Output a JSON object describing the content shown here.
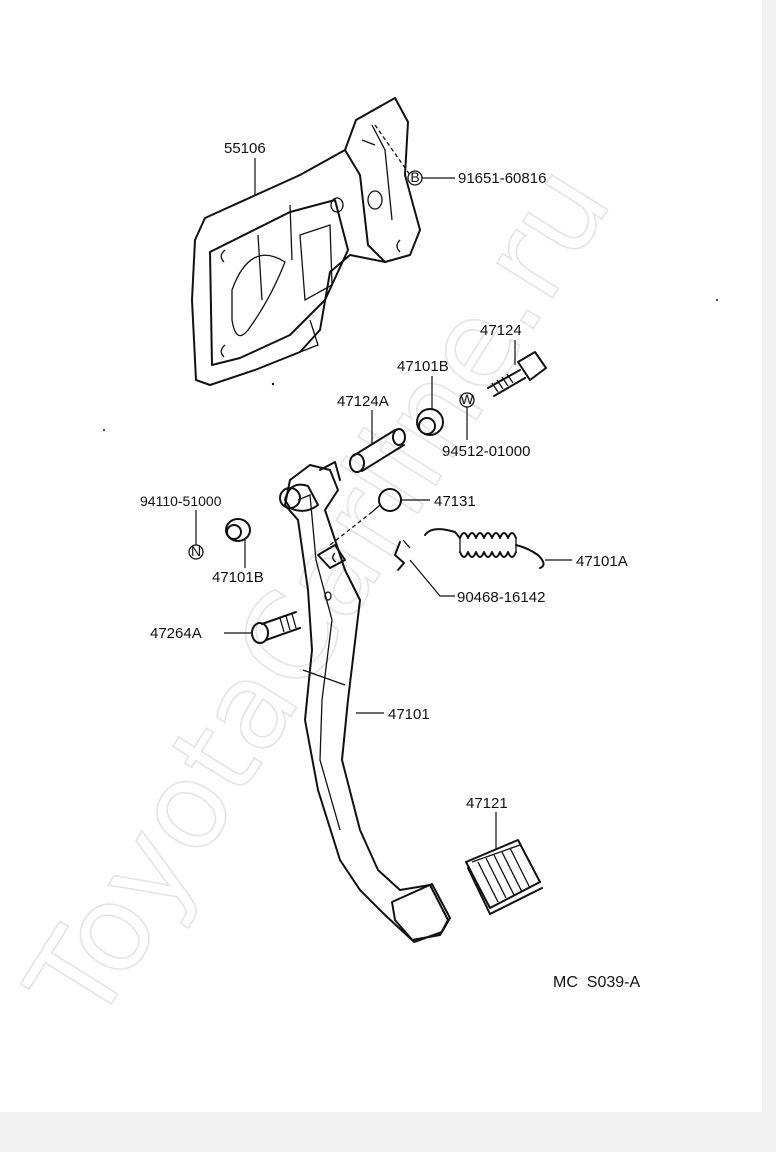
{
  "watermark": "ToyotaCarline.ru",
  "diagram_code": "MC  S039-A",
  "symbols": {
    "b": "B",
    "w": "W",
    "n": "N"
  },
  "labels": {
    "p55106": "55106",
    "p91651": "91651-60816",
    "p47124": "47124",
    "p47101B_top": "47101B",
    "p47124A": "47124A",
    "p94512": "94512-01000",
    "p94110": "94110-51000",
    "p47131": "47131",
    "p47101B_left": "47101B",
    "p47101A": "47101A",
    "p90468": "90468-16142",
    "p47264A": "47264A",
    "p47101": "47101",
    "p47121": "47121"
  }
}
